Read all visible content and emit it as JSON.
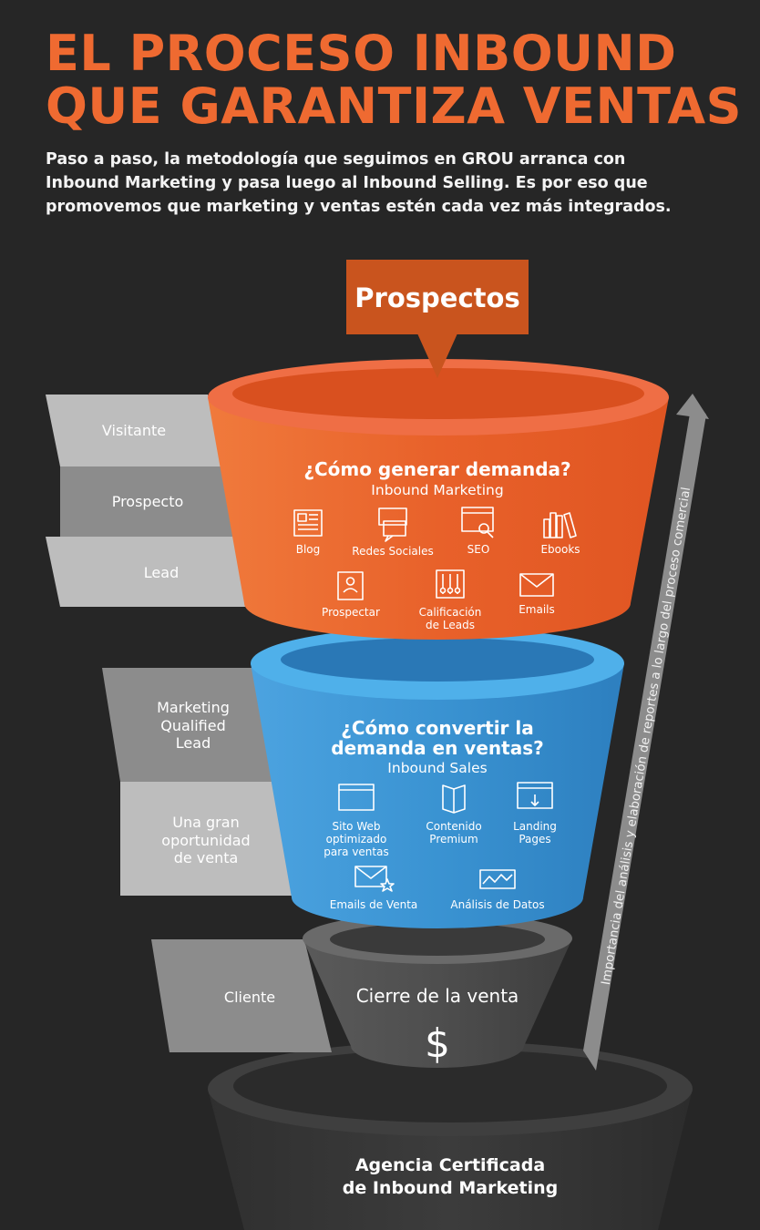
{
  "header": {
    "title_line1": "EL PROCESO INBOUND",
    "title_line2": "QUE GARANTIZA VENTAS",
    "subtitle_line1": "Paso a paso, la metodología que seguimos en GROU arranca con",
    "subtitle_line2": "Inbound Marketing y pasa luego al Inbound Selling. Es por eso que",
    "subtitle_line3": "promovemos que marketing y ventas estén cada vez más integrados."
  },
  "entry": {
    "label": "Prospectos"
  },
  "stages": {
    "visitante": "Visitante",
    "prospecto": "Prospecto",
    "lead": "Lead",
    "mql_line1": "Marketing",
    "mql_line2": "Qualified",
    "mql_line3": "Lead",
    "oport_line1": "Una gran",
    "oport_line2": "oportunidad",
    "oport_line3": "de venta",
    "cliente": "Cliente"
  },
  "funnel_top": {
    "question": "¿Cómo generar demanda?",
    "subtitle": "Inbound Marketing",
    "items": {
      "blog": "Blog",
      "redes": "Redes Sociales",
      "seo": "SEO",
      "ebooks": "Ebooks",
      "prospectar": "Prospectar",
      "calif_line1": "Calificación",
      "calif_line2": "de Leads",
      "emails": "Emails"
    }
  },
  "funnel_mid": {
    "question_line1": "¿Cómo convertir la",
    "question_line2": "demanda en ventas?",
    "subtitle": "Inbound Sales",
    "items": {
      "sitio_line1": "Sito Web",
      "sitio_line2": "optimizado",
      "sitio_line3": "para ventas",
      "contenido_line1": "Contenido",
      "contenido_line2": "Premium",
      "landing_line1": "Landing",
      "landing_line2": "Pages",
      "emails_venta": "Emails de Venta",
      "analisis": "Análisis de Datos"
    }
  },
  "funnel_low": {
    "label": "Cierre de la venta",
    "symbol": "$"
  },
  "base": {
    "line1": "Agencia Certificada",
    "line2": "de Inbound Marketing"
  },
  "axis": {
    "label": "Importancia del análisis y elaboración de reportes a lo largo del proceso comercial"
  },
  "colors": {
    "background": "#262626",
    "accent_orange": "#ef6a31",
    "funnel_orange": "#e8612a",
    "funnel_blue": "#3a93d2",
    "funnel_gray": "#4e4e4e",
    "label_light": "#bdbdbd",
    "label_mid": "#8c8c8c",
    "prospectos_box": "#c9541e"
  },
  "icons": [
    "news-icon",
    "chat-icon",
    "search-window-icon",
    "books-icon",
    "profile-card-icon",
    "sliders-icon",
    "envelope-icon",
    "browser-icon",
    "open-book-icon",
    "download-window-icon",
    "envelope-star-icon",
    "chart-line-icon",
    "dollar-icon",
    "arrow-up-icon"
  ]
}
